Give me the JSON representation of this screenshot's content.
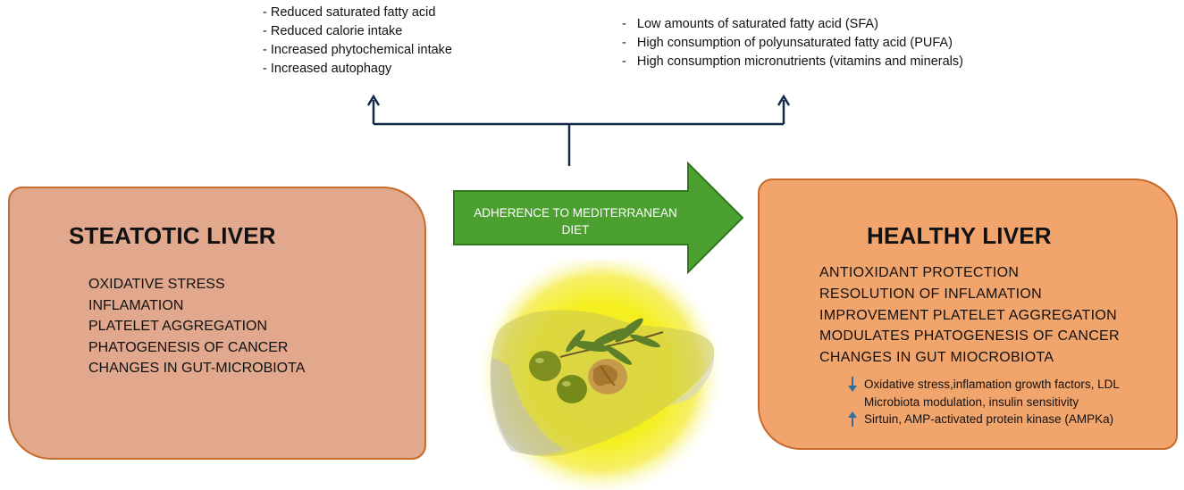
{
  "top_left_list": [
    "- Reduced saturated fatty acid",
    "- Reduced calorie intake",
    "- Increased phytochemical intake",
    "- Increased autophagy"
  ],
  "top_right_list": [
    "-   Low amounts of saturated fatty acid (SFA)",
    "-   High consumption of polyunsaturated fatty acid (PUFA)",
    "-   High consumption micronutrients (vitamins and minerals)"
  ],
  "center_arrow": {
    "line1": "ADHERENCE TO MEDITERRANEAN",
    "line2": "DIET"
  },
  "steatotic_liver": {
    "title": "STEATOTIC LIVER",
    "items": [
      "OXIDATIVE STRESS",
      "INFLAMATION",
      "PLATELET AGGREGATION",
      "PHATOGENESIS OF CANCER",
      "CHANGES IN GUT-MICROBIOTA"
    ]
  },
  "healthy_liver": {
    "title": "HEALTHY LIVER",
    "items": [
      "ANTIOXIDANT PROTECTION",
      "RESOLUTION OF INFLAMATION",
      "IMPROVEMENT PLATELET AGGREGATION",
      "MODULATES PHATOGENESIS OF CANCER",
      "CHANGES IN GUT MIOCROBIOTA"
    ],
    "notes": [
      {
        "icon": "arrow-down-icon",
        "text": "Oxidative stress,inflamation growth factors, LDL"
      },
      {
        "icon": "",
        "text": "Microbiota modulation, insulin sensitivity"
      },
      {
        "icon": "arrow-up-icon",
        "text": "Sirtuin, AMP-activated protein kinase (AMPKa)"
      }
    ]
  },
  "colors": {
    "steatotic_fill": "#e1a88e",
    "healthy_fill": "#f2a46d",
    "panel_border": "#c86a2a",
    "arrow_green": "#4ba02f",
    "arrow_green_border": "#2f7a1c",
    "connector_navy": "#13294b",
    "note_arrow_blue": "#2e6f9e"
  }
}
